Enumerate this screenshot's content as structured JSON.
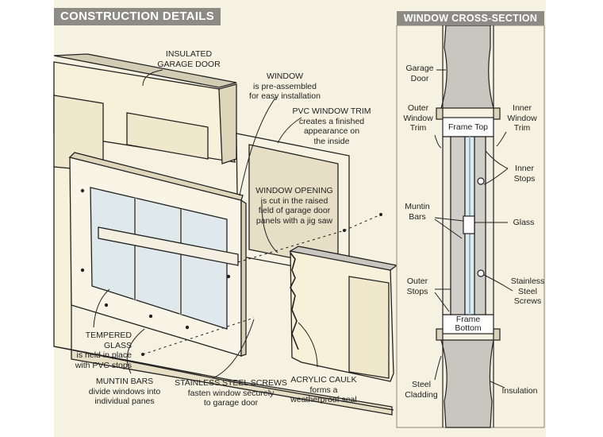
{
  "titles": {
    "main": "CONSTRUCTION DETAILS",
    "cross_section": "WINDOW CROSS-SECTION"
  },
  "callouts": {
    "insulated_door": [
      "INSULATED",
      "GARAGE DOOR"
    ],
    "window": [
      "WINDOW",
      "is pre-assembled",
      "for easy installation"
    ],
    "pvc_trim": [
      "PVC WINDOW TRIM",
      "creates a finished",
      "appearance on",
      "the inside"
    ],
    "window_opening": [
      "WINDOW OPENING",
      "is cut in the raised",
      "field of garage door",
      "panels with a jig saw"
    ],
    "tempered_glass": [
      "TEMPERED GLASS",
      "is held in place",
      "with PVC stops"
    ],
    "muntin_bars": [
      "MUNTIN BARS",
      "divide windows into",
      "individual panes"
    ],
    "stainless_screws": [
      "STAINLESS STEEL SCREWS",
      "fasten window securely",
      "to garage door"
    ],
    "acrylic_caulk": [
      "ACRYLIC CAULK",
      "forms a",
      "weatherproof seal"
    ]
  },
  "cross_section_labels": {
    "garage_door": [
      "Garage",
      "Door"
    ],
    "outer_trim": [
      "Outer",
      "Window",
      "Trim"
    ],
    "inner_trim": [
      "Inner",
      "Window",
      "Trim"
    ],
    "frame_top": "Frame Top",
    "inner_stops": [
      "Inner",
      "Stops"
    ],
    "muntin_bars": [
      "Muntin",
      "Bars"
    ],
    "glass": "Glass",
    "outer_stops": [
      "Outer",
      "Stops"
    ],
    "stainless_screws": [
      "Stainless",
      "Steel",
      "Screws"
    ],
    "frame_bottom": [
      "Frame",
      "Bottom"
    ],
    "steel_cladding": [
      "Steel",
      "Cladding"
    ],
    "insulation": "Insulation"
  },
  "colors": {
    "background": "#f6f2e1",
    "title_bg": "#8d8b86",
    "door_face": "#f7f1d9",
    "door_shadow": "#ddd6bb",
    "insulation": "#c9c6bf",
    "glass": "#dfe8ea",
    "line": "#222222"
  }
}
